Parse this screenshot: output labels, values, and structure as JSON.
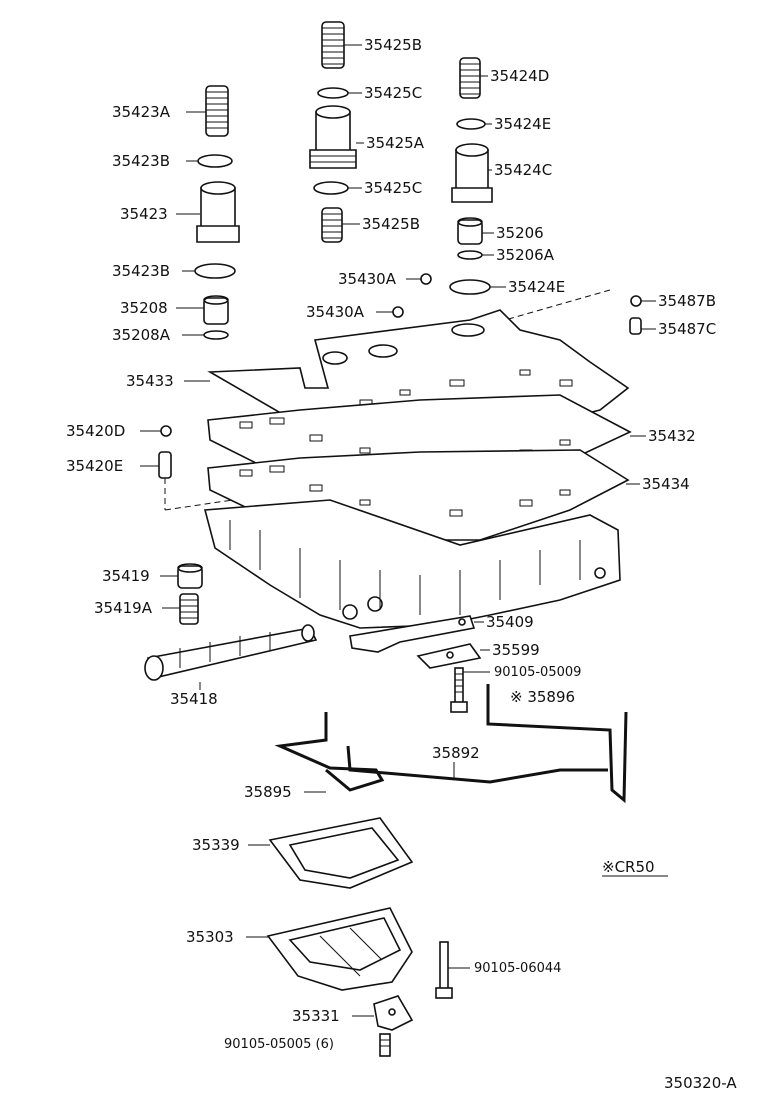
{
  "diagram_id": "350320-A",
  "note": "※CR50",
  "labels": {
    "p35425B_top": "35425B",
    "p35425C_top": "35425C",
    "p35425A": "35425A",
    "p35425C_bot": "35425C",
    "p35425B_bot": "35425B",
    "p35424D": "35424D",
    "p35424E_top": "35424E",
    "p35424C": "35424C",
    "p35206": "35206",
    "p35206A": "35206A",
    "p35424E_bot": "35424E",
    "p35423A": "35423A",
    "p35423B_top": "35423B",
    "p35423": "35423",
    "p35423B_bot": "35423B",
    "p35208": "35208",
    "p35208A": "35208A",
    "p35430A_top": "35430A",
    "p35430A_bot": "35430A",
    "p35487B": "35487B",
    "p35487C": "35487C",
    "p35433": "35433",
    "p35432": "35432",
    "p35434": "35434",
    "p35420D": "35420D",
    "p35420E": "35420E",
    "p35419": "35419",
    "p35419A": "35419A",
    "p35418": "35418",
    "p35409": "35409",
    "p35599": "35599",
    "p90105_05009": "90105-05009",
    "p35896": "※ 35896",
    "p35892": "35892",
    "p35895": "35895",
    "p35339": "35339",
    "p35303": "35303",
    "p90105_06044": "90105-06044",
    "p35331": "35331",
    "p90105_05005": "90105-05005 (6)"
  }
}
